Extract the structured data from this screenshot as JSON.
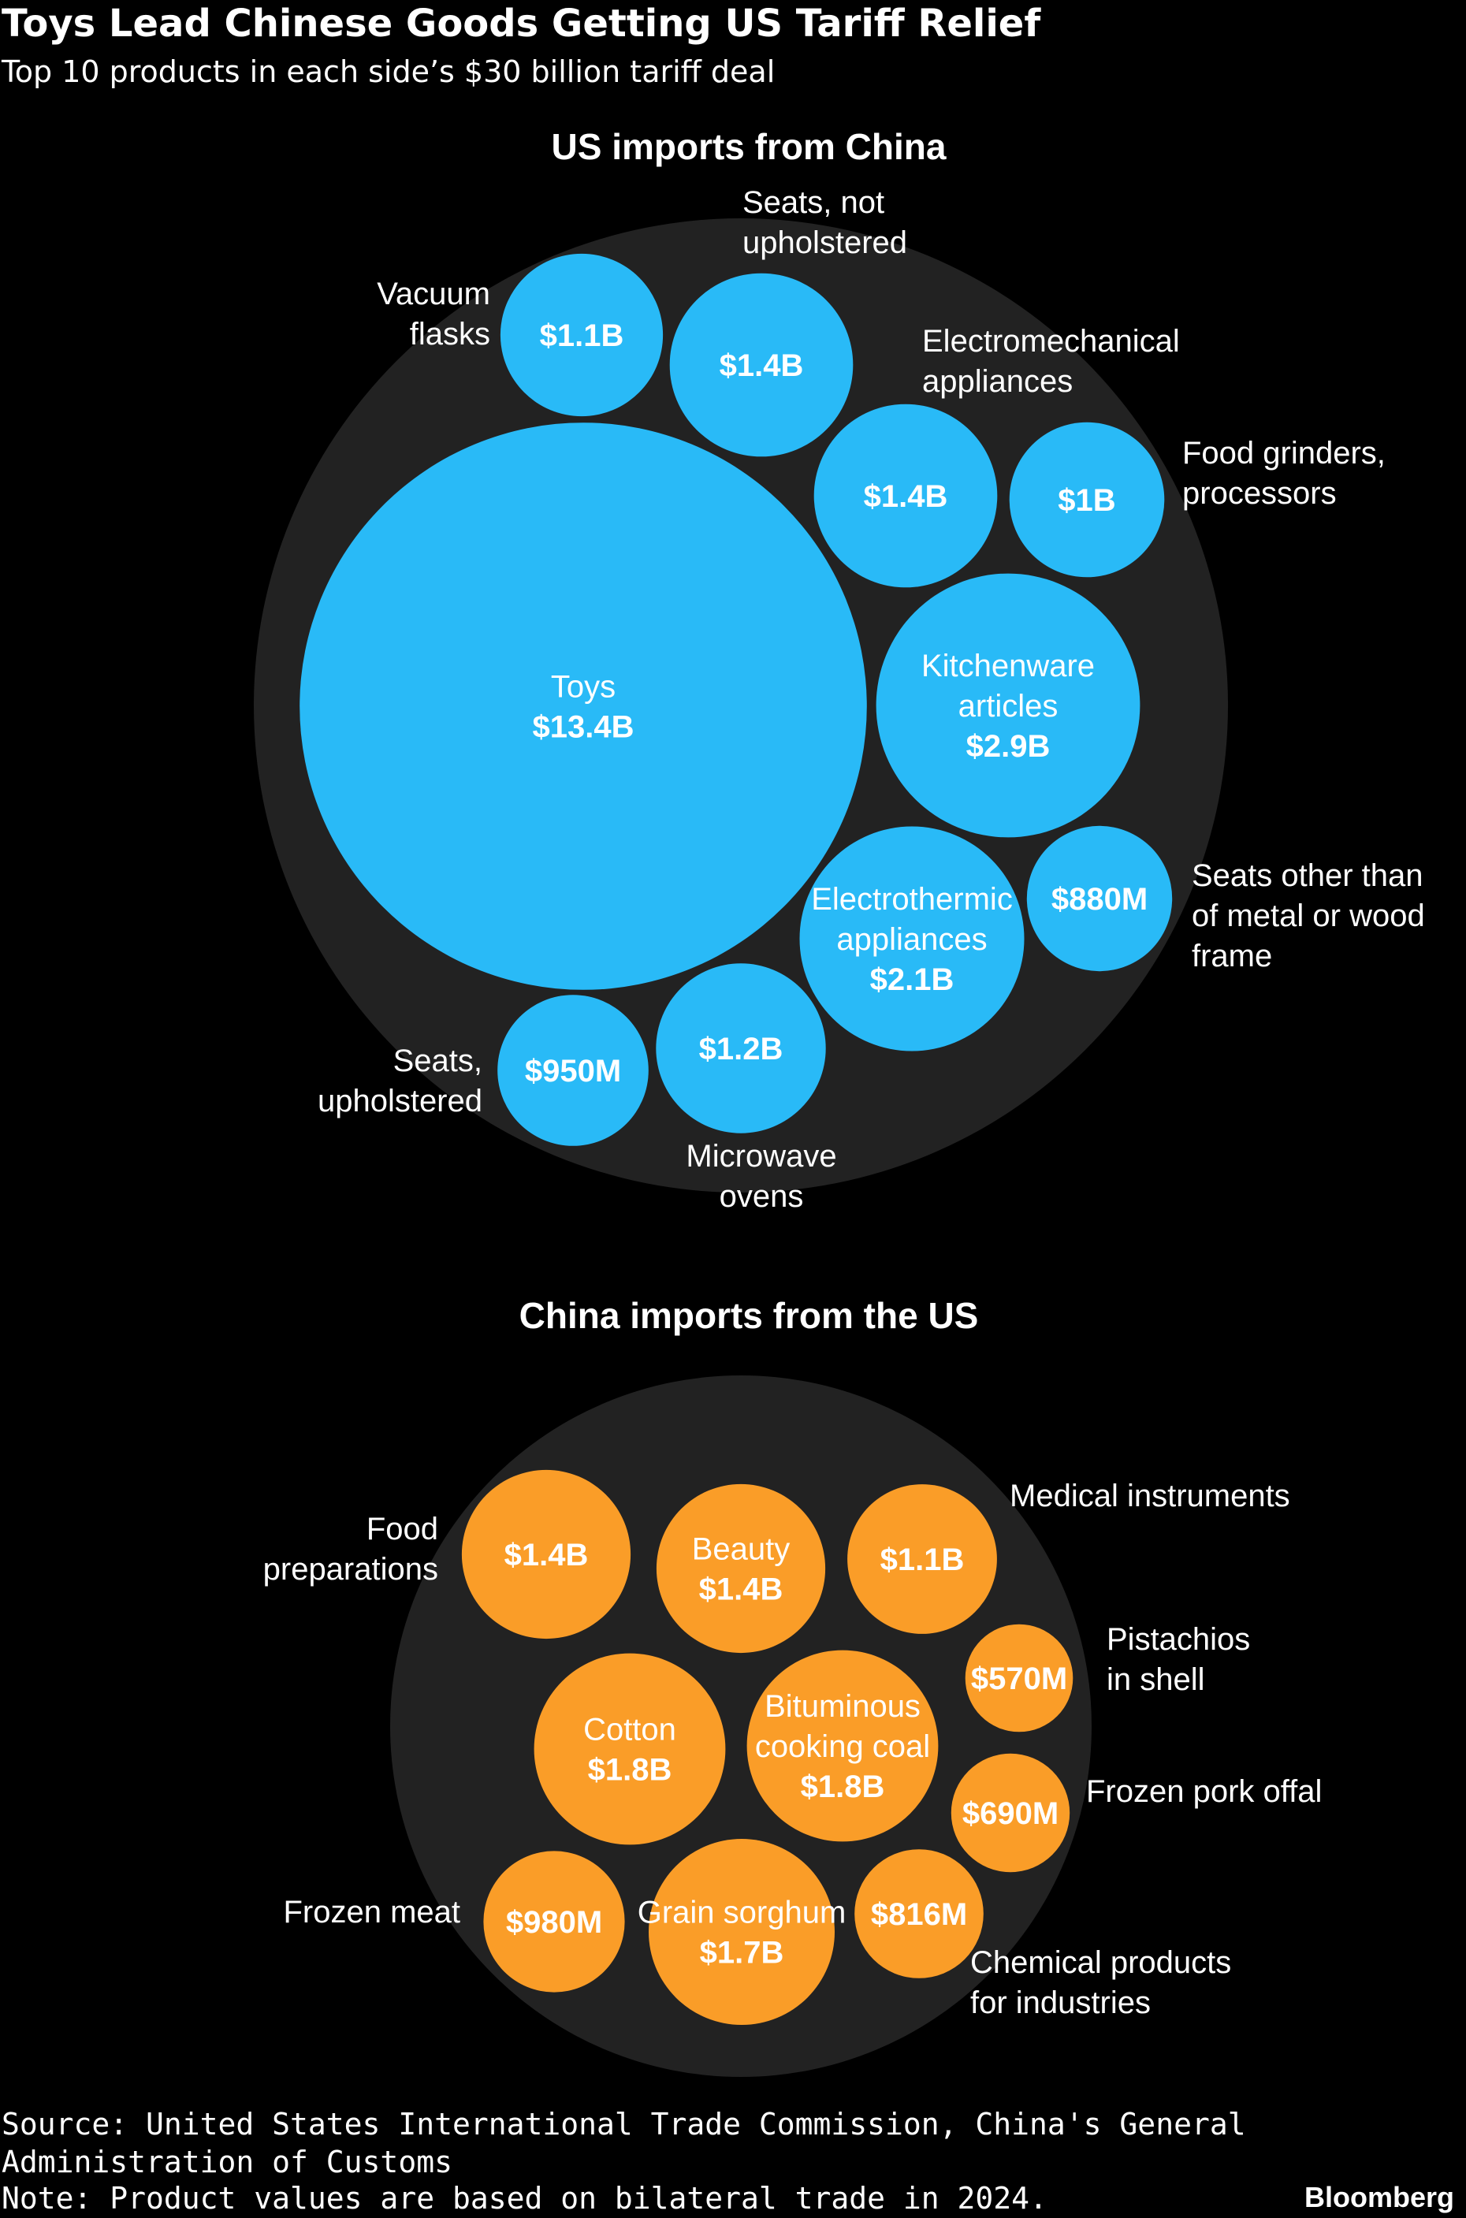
{
  "header": {
    "title": "Toys Lead Chinese Goods Getting US Tariff Relief",
    "subtitle": "Top 10 products in each side’s $30 billion tariff deal"
  },
  "chart_data": [
    {
      "type": "bubble",
      "title": "US imports from China",
      "color": "#29BAF7",
      "container_color": "#222222",
      "items": [
        {
          "name": "Toys",
          "value_label": "$13.4B",
          "value_billion_usd": 13.4,
          "label_inside": true
        },
        {
          "name": "Kitchenware articles",
          "value_label": "$2.9B",
          "value_billion_usd": 2.9,
          "label_inside": true
        },
        {
          "name": "Electrothermic appliances",
          "value_label": "$2.1B",
          "value_billion_usd": 2.1,
          "label_inside": true
        },
        {
          "name": "Seats, not upholstered",
          "value_label": "$1.4B",
          "value_billion_usd": 1.4,
          "label_inside": false
        },
        {
          "name": "Electromechanical appliances",
          "value_label": "$1.4B",
          "value_billion_usd": 1.4,
          "label_inside": false
        },
        {
          "name": "Microwave ovens",
          "value_label": "$1.2B",
          "value_billion_usd": 1.2,
          "label_inside": false
        },
        {
          "name": "Vacuum flasks",
          "value_label": "$1.1B",
          "value_billion_usd": 1.1,
          "label_inside": false
        },
        {
          "name": "Food grinders, processors",
          "value_label": "$1B",
          "value_billion_usd": 1.0,
          "label_inside": false
        },
        {
          "name": "Seats, upholstered",
          "value_label": "$950M",
          "value_billion_usd": 0.95,
          "label_inside": false
        },
        {
          "name": "Seats other than of metal or wood frame",
          "value_label": "$880M",
          "value_billion_usd": 0.88,
          "label_inside": false
        }
      ]
    },
    {
      "type": "bubble",
      "title": "China imports from the US",
      "color": "#FA9D28",
      "container_color": "#222222",
      "items": [
        {
          "name": "Cotton",
          "value_label": "$1.8B",
          "value_billion_usd": 1.8,
          "label_inside": true
        },
        {
          "name": "Bituminous cooking coal",
          "value_label": "$1.8B",
          "value_billion_usd": 1.8,
          "label_inside": true
        },
        {
          "name": "Grain sorghum",
          "value_label": "$1.7B",
          "value_billion_usd": 1.7,
          "label_inside": true
        },
        {
          "name": "Beauty",
          "value_label": "$1.4B",
          "value_billion_usd": 1.4,
          "label_inside": true
        },
        {
          "name": "Food preparations",
          "value_label": "$1.4B",
          "value_billion_usd": 1.4,
          "label_inside": false
        },
        {
          "name": "Medical instruments",
          "value_label": "$1.1B",
          "value_billion_usd": 1.1,
          "label_inside": false
        },
        {
          "name": "Frozen meat",
          "value_label": "$980M",
          "value_billion_usd": 0.98,
          "label_inside": false
        },
        {
          "name": "Chemical products for industries",
          "value_label": "$816M",
          "value_billion_usd": 0.816,
          "label_inside": false
        },
        {
          "name": "Frozen pork offal",
          "value_label": "$690M",
          "value_billion_usd": 0.69,
          "label_inside": false
        },
        {
          "name": "Pistachios in shell",
          "value_label": "$570M",
          "value_billion_usd": 0.57,
          "label_inside": false
        }
      ]
    }
  ],
  "footer": {
    "source": "Source: United States International Trade Commission, China's General Administration of Customs",
    "note": "Note: Product values are based on bilateral trade in 2024.",
    "brand": "Bloomberg"
  }
}
